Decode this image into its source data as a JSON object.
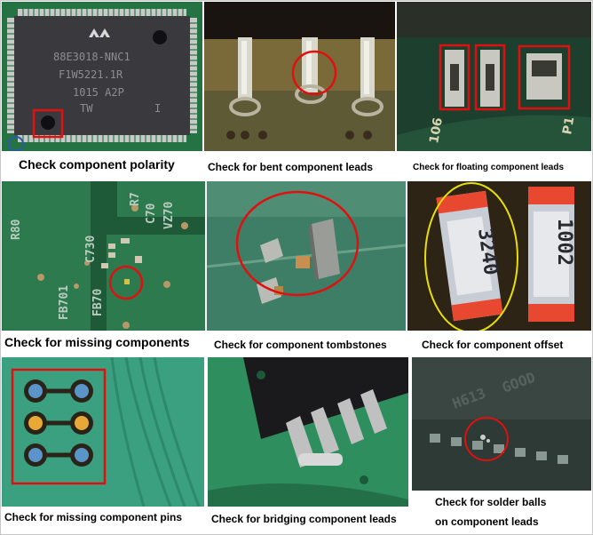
{
  "captions": {
    "polarity": "Check component polarity",
    "bent_leads": "Check for bent component leads",
    "floating_leads": "Check for floating component leads",
    "missing_components": "Check for missing components",
    "tombstones": "Check for component tombstones",
    "offset": "Check for component offset",
    "missing_pins": "Check for missing component pins",
    "bridging": "Check for bridging component leads",
    "solder_balls_line1": "Check for solder balls",
    "solder_balls_line2": "on component leads"
  },
  "photo_text": {
    "chip_marking_1": "88E3018-NNC1",
    "chip_marking_2": "F1W5221.1R",
    "chip_marking_3": "1015  A2P",
    "chip_marking_4": "TW",
    "chip_marking_5": "I",
    "floating_silk": "106",
    "floating_silk_2": "P1",
    "missing_r80": "R80",
    "missing_c730": "C730",
    "missing_fb701": "FB701",
    "missing_fb70": "FB70",
    "missing_c70": "C70",
    "missing_r7": "R7",
    "missing_vz70": "VZ70",
    "offset_res1": "3240",
    "offset_res2": "1002",
    "solder_h613": "H613",
    "solder_good": "GOOD"
  },
  "colors": {
    "highlight_red": "#e01010",
    "highlight_yellow": "#e8e000",
    "pcb_green": "#1f6e46"
  }
}
